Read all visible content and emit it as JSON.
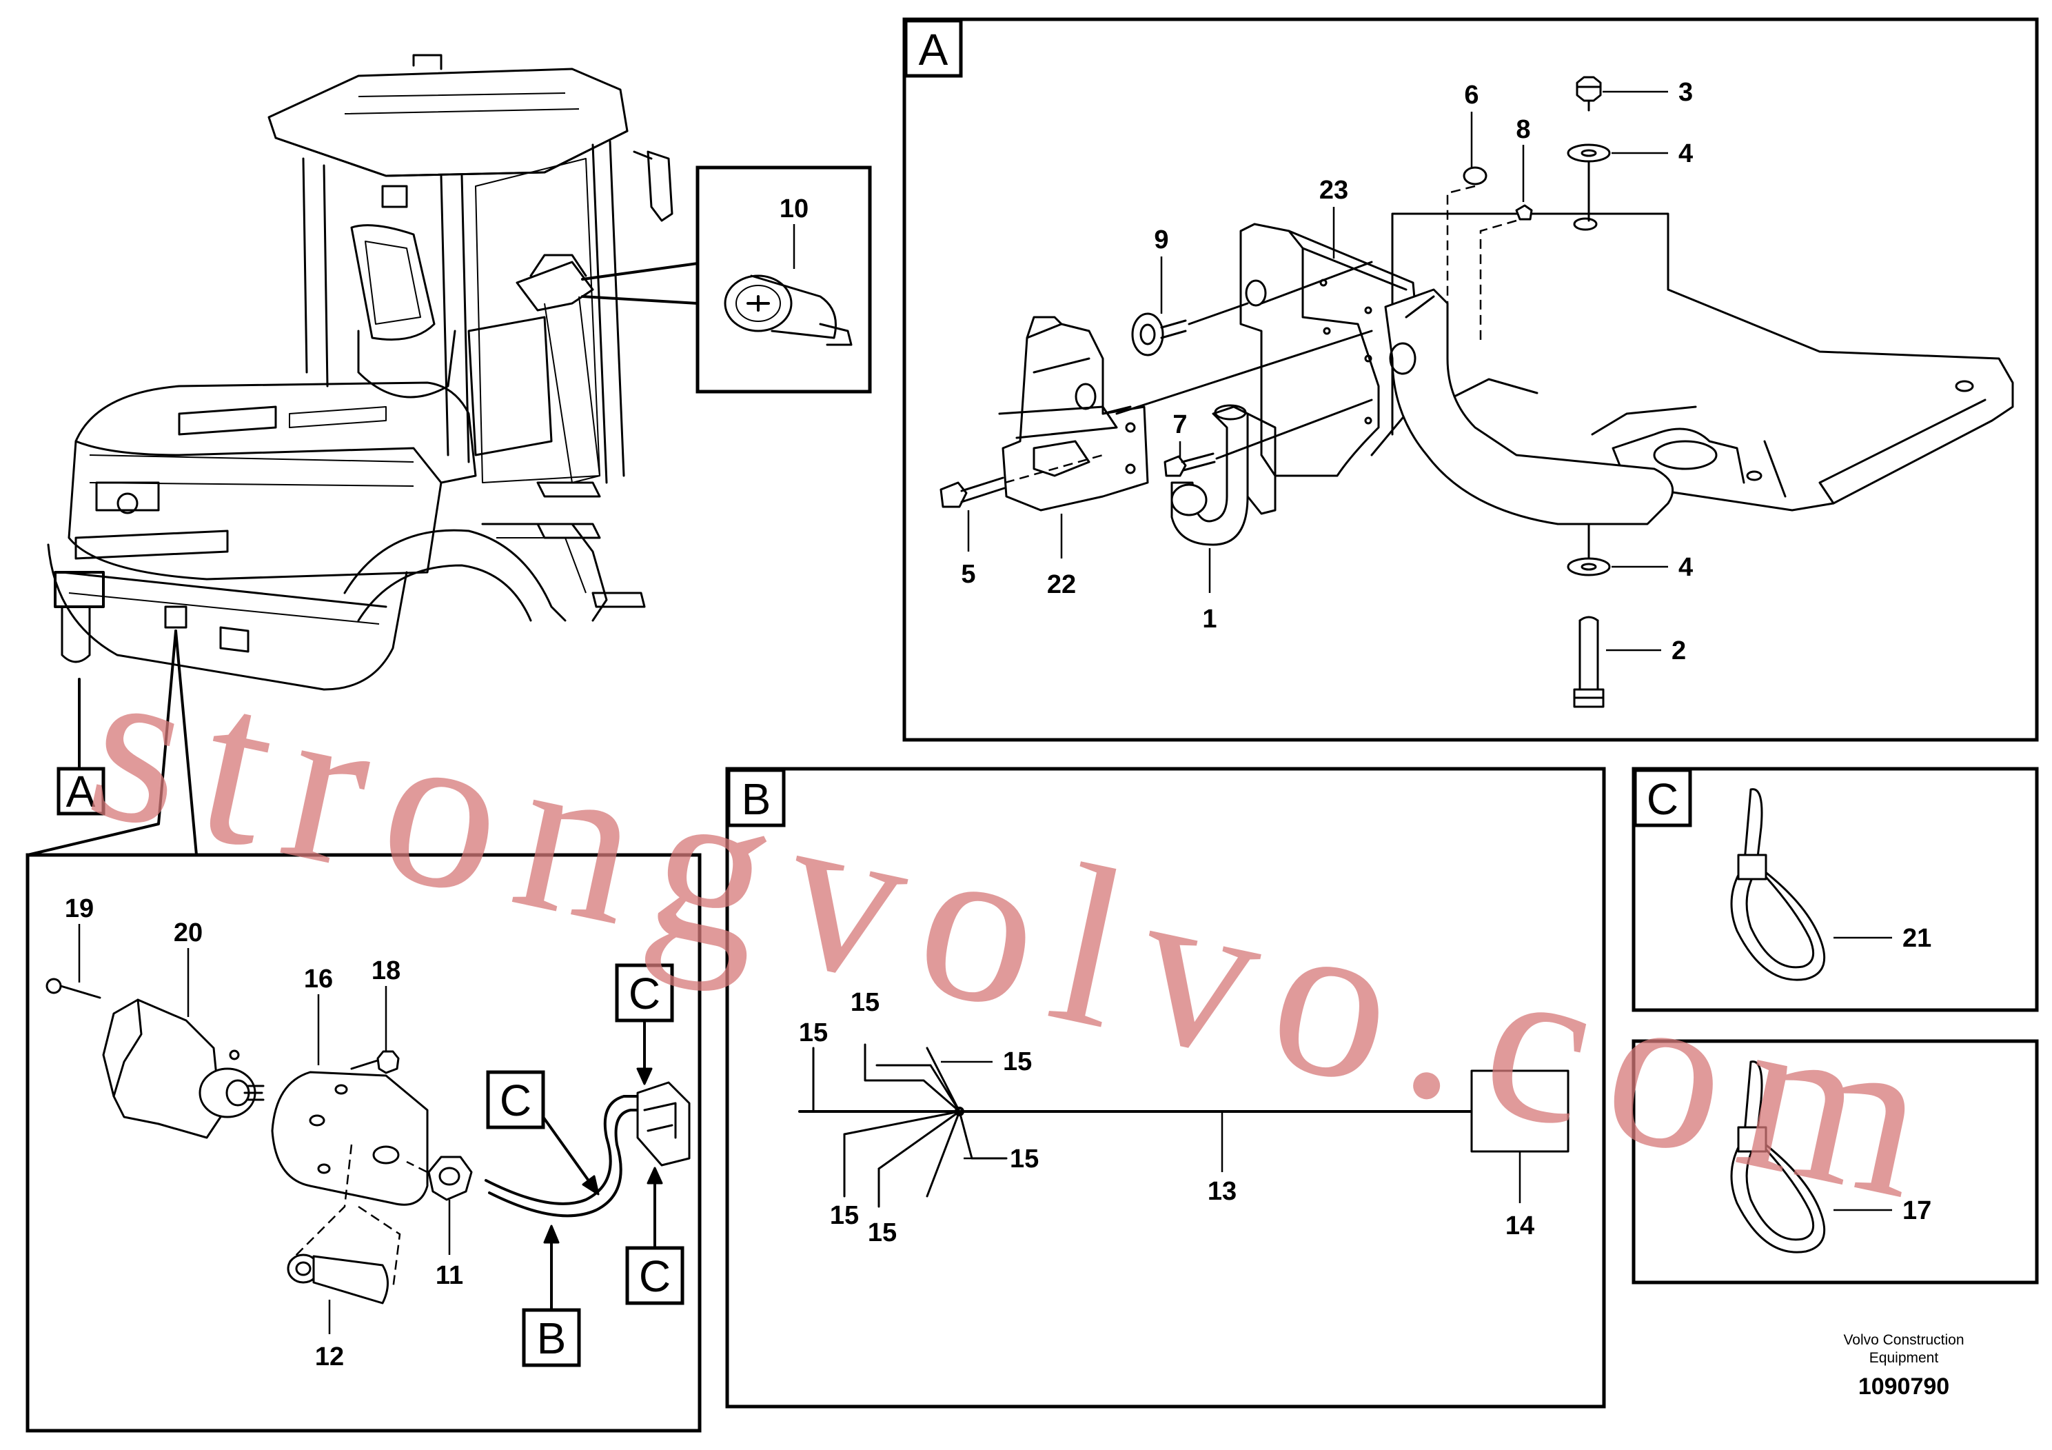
{
  "panels": {
    "A": "A",
    "B": "B",
    "C": "C"
  },
  "callouts": {
    "p1": "1",
    "p2": "2",
    "p3": "3",
    "p4a": "4",
    "p4b": "4",
    "p5": "5",
    "p6": "6",
    "p7": "7",
    "p8": "8",
    "p9": "9",
    "p10": "10",
    "p11": "11",
    "p12": "12",
    "p13": "13",
    "p14": "14",
    "p15a": "15",
    "p15b": "15",
    "p15c": "15",
    "p15d": "15",
    "p15e": "15",
    "p15f": "15",
    "p16": "16",
    "p17": "17",
    "p18": "18",
    "p19": "19",
    "p20": "20",
    "p21": "21",
    "p22": "22",
    "p23": "23"
  },
  "refs": {
    "machine_A": "A",
    "connector_C1": "C",
    "connector_C2": "C",
    "connector_C3": "C",
    "harness_B": "B"
  },
  "watermark": "strongvolvo.com",
  "footer": {
    "line1": "Volvo Construction",
    "line2": "Equipment",
    "doc_number": "1090790"
  }
}
